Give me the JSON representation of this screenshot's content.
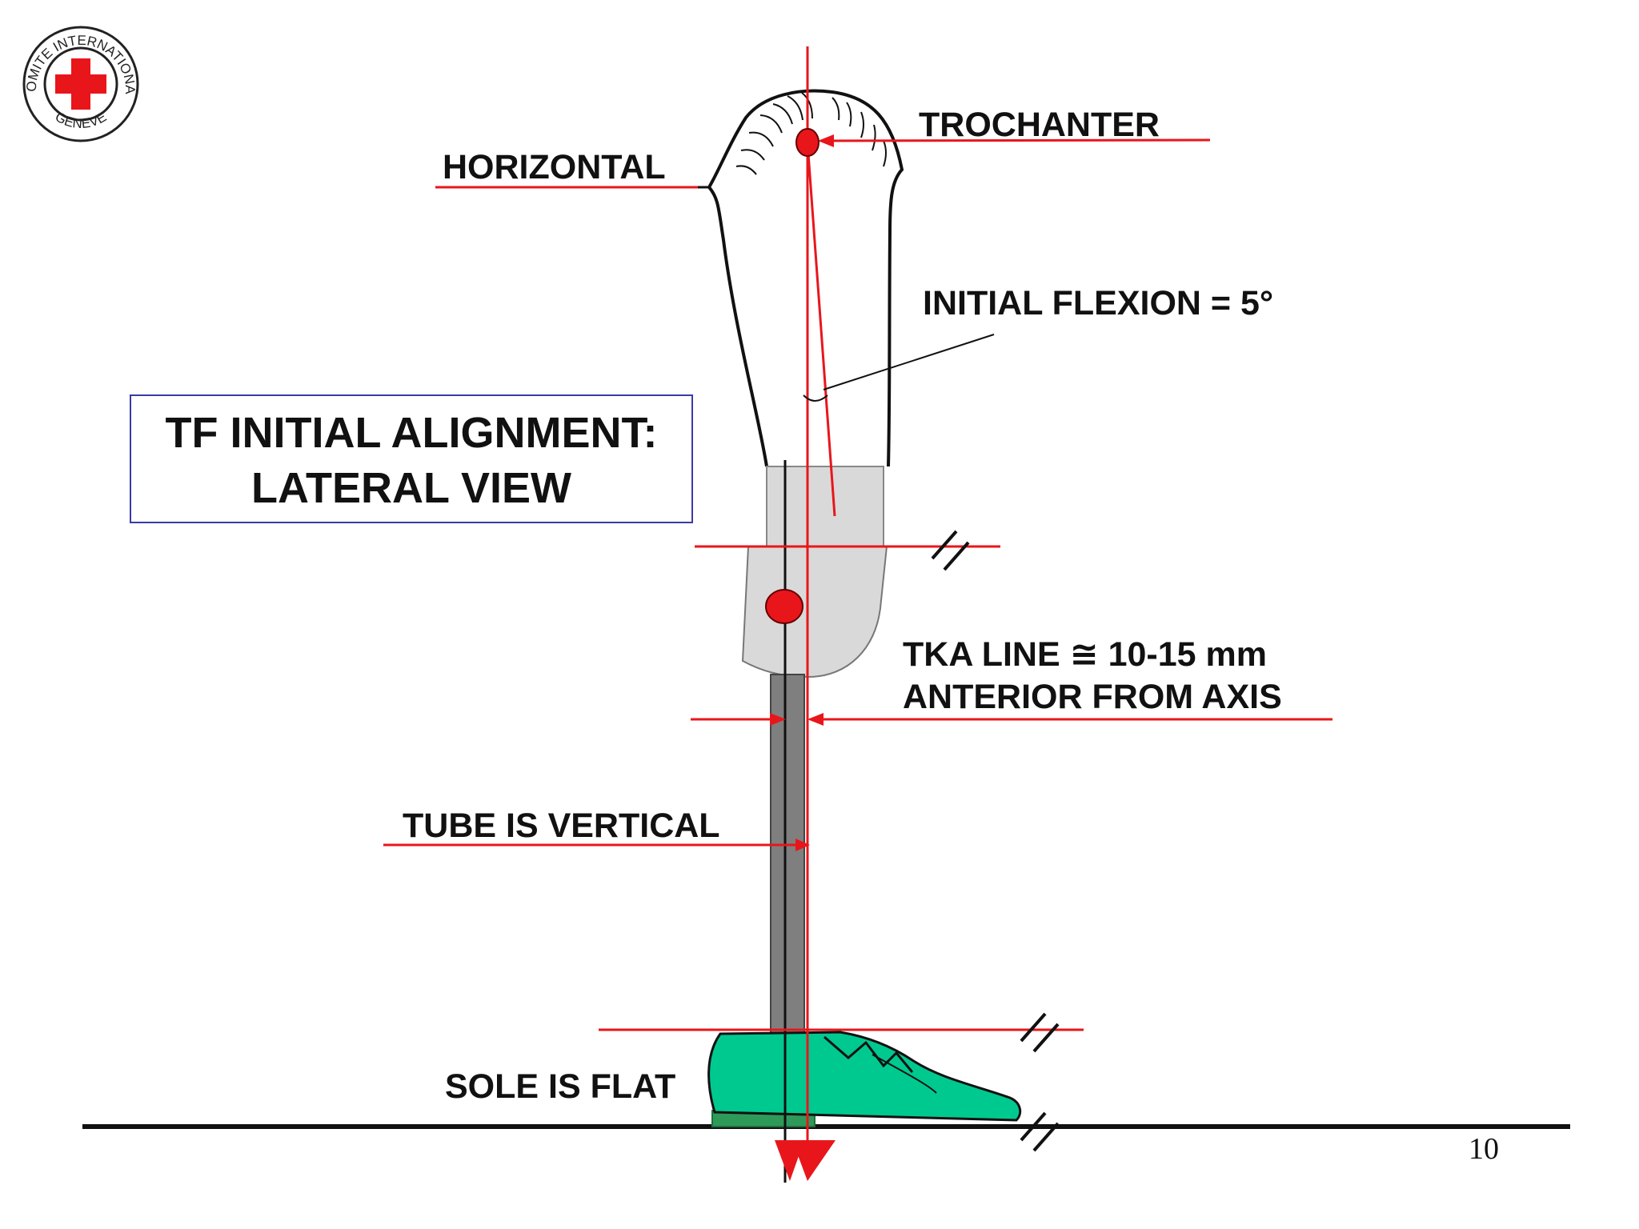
{
  "logo": {
    "ring_text_top": "COMITE INTERNATIONAL",
    "ring_text_bottom": "GENEVE",
    "cross_color": "#e8161b"
  },
  "title_box": {
    "line1": "TF INITIAL ALIGNMENT:",
    "line2": "LATERAL VIEW",
    "border_color": "#3a3aa8"
  },
  "labels": {
    "trochanter": "TROCHANTER",
    "horizontal": "HORIZONTAL",
    "initial_flexion": "INITIAL FLEXION = 5°",
    "tka_line1": "TKA LINE ≅ 10-15 mm",
    "tka_line2": "ANTERIOR FROM AXIS",
    "tube_vertical": "TUBE IS VERTICAL",
    "sole_flat": "SOLE IS FLAT"
  },
  "page_number": "10",
  "colors": {
    "reference_line": "#e8161b",
    "marker_dot": "#e8161b",
    "shoe": "#00c990",
    "shoe_sole": "#2e9a5a",
    "socket_block": "#d9d9d9",
    "tube": "#7f7f7f"
  }
}
